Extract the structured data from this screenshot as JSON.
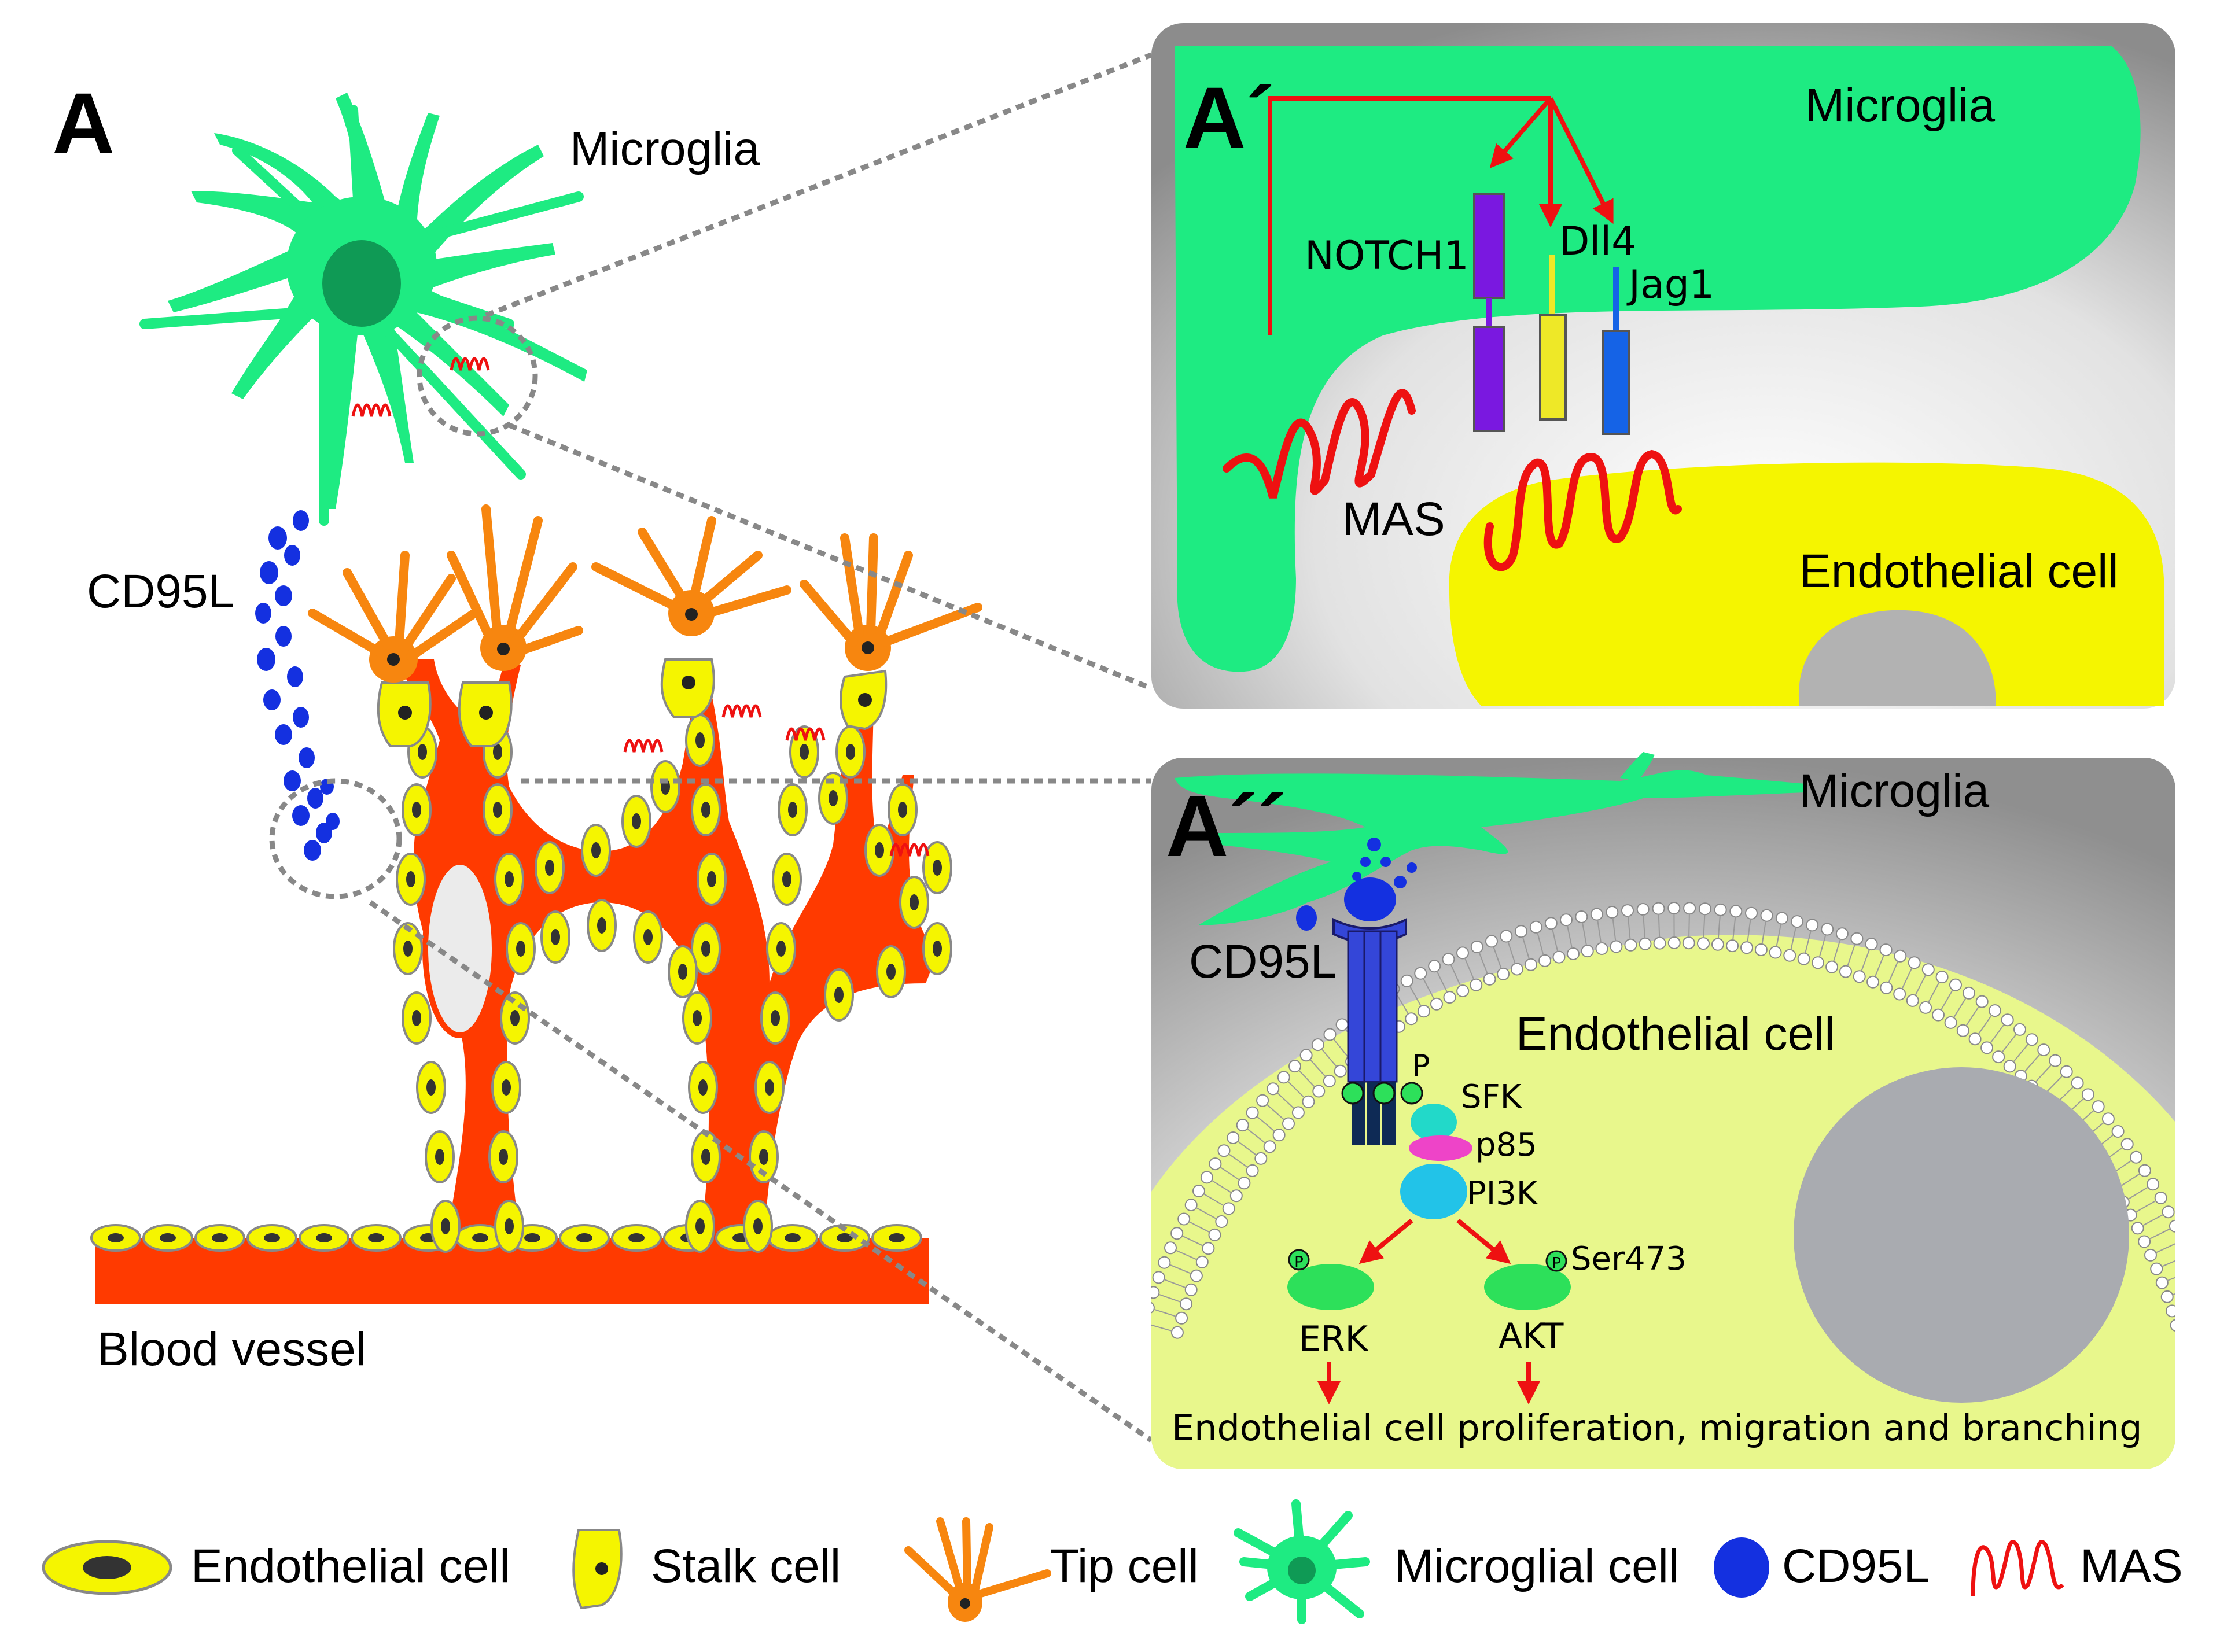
{
  "panel_a": {
    "letter": "A",
    "microglia": "Microglia",
    "cd95l": "CD95L",
    "blood_vessel": "Blood vessel"
  },
  "panel_a_prime": {
    "letter": "A´",
    "microglia": "Microglia",
    "notch1": "NOTCH1",
    "dll4": "Dll4",
    "jag1": "Jag1",
    "mas": "MAS",
    "endothelial": "Endothelial cell"
  },
  "panel_a_double": {
    "letter": "A´´",
    "microglia": "Microglia",
    "cd95l": "CD95L",
    "endothelial": "Endothelial cell",
    "p": "P",
    "sfk": "SFK",
    "p85": "p85",
    "pi3k": "PI3K",
    "ser473": "Ser473",
    "erk": "ERK",
    "akt": "AKT",
    "phospho": "P",
    "outcome": "Endothelial cell proliferation, migration and branching"
  },
  "legend": [
    {
      "icon": "endothelial-cell-icon",
      "label": "Endothelial cell"
    },
    {
      "icon": "stalk-cell-icon",
      "label": "Stalk cell"
    },
    {
      "icon": "tip-cell-icon",
      "label": "Tip cell"
    },
    {
      "icon": "microglial-cell-icon",
      "label": "Microglial cell"
    },
    {
      "icon": "cd95l-icon",
      "label": "CD95L"
    },
    {
      "icon": "mas-icon",
      "label": "MAS"
    }
  ],
  "colors": {
    "microglia": "#1EEB82",
    "vessel": "#FF3A00",
    "endothelial": "#F5F500",
    "tip": "#F7860F",
    "cd95l": "#1430E0",
    "mas": "#EE1111",
    "notch1": "#7A18E0",
    "dll4": "#EEE827",
    "jag1": "#1563E6"
  }
}
